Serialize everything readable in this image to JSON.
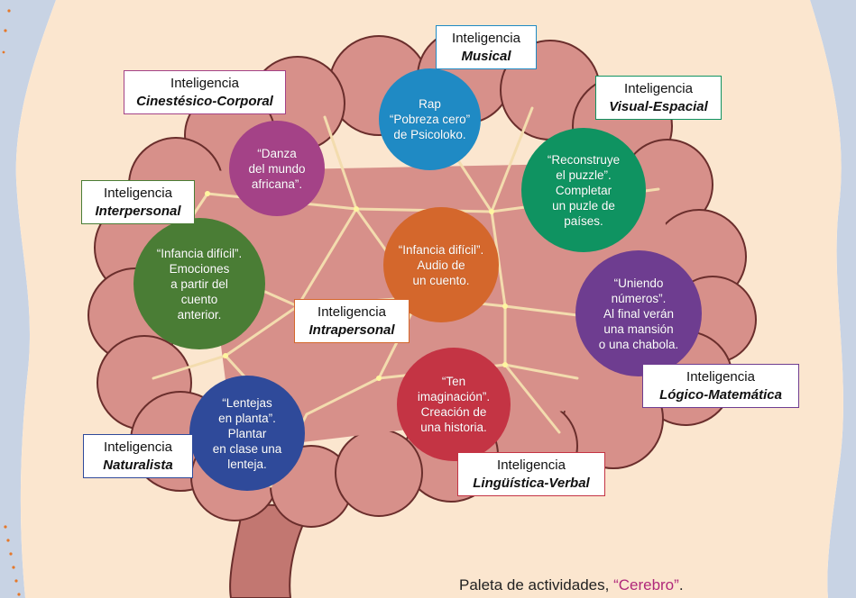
{
  "colors": {
    "paper": "#fbe6cf",
    "brain": "#d7908a",
    "brain_outline": "#6a2e2c",
    "network": "#f3dcae",
    "side_blue": "#c8d3e4",
    "caption_accent": "#b0287a"
  },
  "intelligences": [
    {
      "id": "cinestesico",
      "kind": "Inteligencia",
      "name": "Cinestésico-Corporal",
      "activity": "“Danza\ndel mundo\nafricana”.",
      "color": "#a44287",
      "border": "#a44287"
    },
    {
      "id": "musical",
      "kind": "Inteligencia",
      "name": "Musical",
      "activity": "Rap\n“Pobreza cero”\nde Psicoloko.",
      "color": "#1f8ac4",
      "border": "#1f8ac4"
    },
    {
      "id": "visual",
      "kind": "Inteligencia",
      "name": "Visual-Espacial",
      "activity": "“Reconstruye\nel puzzle”.\nCompletar\nun puzle de\npaíses.",
      "color": "#0f9361",
      "border": "#0f9361"
    },
    {
      "id": "interpersonal",
      "kind": "Inteligencia",
      "name": "Interpersonal",
      "activity": "“Infancia difícil”.\nEmociones\na partir del\ncuento\nanterior.",
      "color": "#4a7d35",
      "border": "#4a7d35"
    },
    {
      "id": "intrapersonal",
      "kind": "Inteligencia",
      "name": "Intrapersonal",
      "activity": "“Infancia difícil”.\nAudio de\nun cuento.",
      "color": "#d4672c",
      "border": "#d4672c"
    },
    {
      "id": "logico",
      "kind": "Inteligencia",
      "name": "Lógico-Matemática",
      "activity": "“Uniendo\nnúmeros”.\nAl final verán\nuna mansión\no una chabola.",
      "color": "#6e3d90",
      "border": "#6e3d90"
    },
    {
      "id": "naturalista",
      "kind": "Inteligencia",
      "name": "Naturalista",
      "activity": "“Lentejas\nen planta”.\nPlantar\nen clase una\nlenteja.",
      "color": "#2f4a9a",
      "border": "#2f4a9a"
    },
    {
      "id": "linguistica",
      "kind": "Inteligencia",
      "name": "Lingüística-Verbal",
      "activity": "“Ten\nimaginación”.\nCreación de\nuna historia.",
      "color": "#c43444",
      "border": "#c43444"
    }
  ],
  "caption": {
    "text": "Paleta de actividades, ",
    "highlight": "“Cerebro”",
    "end": "."
  }
}
